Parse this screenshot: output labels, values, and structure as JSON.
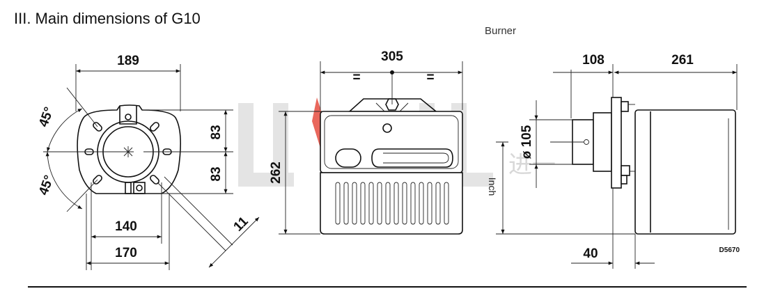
{
  "header": {
    "title": "III. Main dimensions of G10",
    "subtitle": "Burner"
  },
  "watermark": {
    "cjk_text": "进一"
  },
  "colors": {
    "line": "#111111",
    "watermark_gray": "#e2e2e2",
    "watermark_red": "#e23a2a",
    "separator": "#111111"
  },
  "front_view": {
    "dim_width": "189",
    "dim_upper_height": "83",
    "dim_lower_height": "83",
    "angle_top": "45°",
    "angle_bottom": "45°",
    "dim_bolt_spacing": "140",
    "dim_flange_width": "170",
    "dim_slot": "11"
  },
  "side_view": {
    "dim_width": "305",
    "equal_left": "=",
    "equal_right": "=",
    "dim_height": "262"
  },
  "profile_view": {
    "dim_flange_offset": "108",
    "dim_body_length": "261",
    "dim_tube_diameter": "ø 105",
    "unit_label": "Inch",
    "dim_min_insertion": "40",
    "drawing_code": "D5670"
  }
}
